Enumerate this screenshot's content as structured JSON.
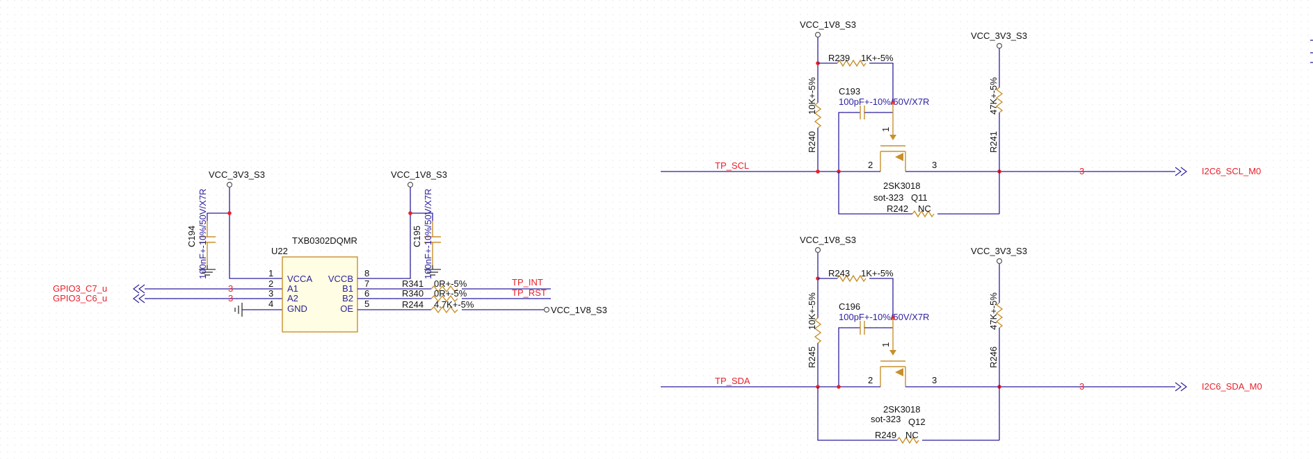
{
  "power": {
    "vcc_3v3_s3": "VCC_3V3_S3",
    "vcc_1v8_s3": "VCC_1V8_S3"
  },
  "u22": {
    "ref": "U22",
    "part": "TXB0302DQMR",
    "left_pins": [
      {
        "num": "1",
        "name": "VCCA"
      },
      {
        "num": "2",
        "name": "A1"
      },
      {
        "num": "3",
        "name": "A2"
      },
      {
        "num": "4",
        "name": "GND"
      }
    ],
    "right_pins": [
      {
        "num": "8",
        "name": "VCCB"
      },
      {
        "num": "7",
        "name": "B1"
      },
      {
        "num": "6",
        "name": "B2"
      },
      {
        "num": "5",
        "name": "OE"
      }
    ]
  },
  "caps": {
    "c194": {
      "ref": "C194",
      "value": "100nF+-10%/50V/X7R"
    },
    "c195": {
      "ref": "C195",
      "value": "100nF+-10%/50V/X7R"
    },
    "c193": {
      "ref": "C193",
      "value": "100pF+-10%/50V/X7R"
    },
    "c196": {
      "ref": "C196",
      "value": "100pF+-10%/50V/X7R"
    }
  },
  "resistors": {
    "r341": {
      "ref": "R341",
      "value": "0R+-5%"
    },
    "r340": {
      "ref": "R340",
      "value": "0R+-5%"
    },
    "r244": {
      "ref": "R244",
      "value": "4.7K+-5%"
    },
    "r239": {
      "ref": "R239",
      "value": "1K+-5%"
    },
    "r240": {
      "ref": "R240",
      "value": "10K+-5%"
    },
    "r241": {
      "ref": "R241",
      "value": "47K+-5%"
    },
    "r242": {
      "ref": "R242",
      "value": "NC"
    },
    "r243": {
      "ref": "R243",
      "value": "1K+-5%"
    },
    "r245": {
      "ref": "R245",
      "value": "10K+-5%"
    },
    "r246": {
      "ref": "R246",
      "value": "47K+-5%"
    },
    "r249": {
      "ref": "R249",
      "value": "NC"
    }
  },
  "mosfets": {
    "q11": {
      "ref": "Q11",
      "part": "2SK3018",
      "package": "sot-323",
      "gate": "1",
      "source": "2",
      "drain": "3"
    },
    "q12": {
      "ref": "Q12",
      "part": "2SK3018",
      "package": "sot-323",
      "gate": "1",
      "source": "2",
      "drain": "3"
    }
  },
  "nets": {
    "gpio3_c7": "GPIO3_C7_u",
    "gpio3_c6": "GPIO3_C6_u",
    "tp_int": "TP_INT",
    "tp_rst": "TP_RST",
    "tp_scl": "TP_SCL",
    "tp_sda": "TP_SDA",
    "i2c6_scl": "I2C6_SCL_M0",
    "i2c6_sda": "I2C6_SDA_M0",
    "page_ref": "3"
  }
}
